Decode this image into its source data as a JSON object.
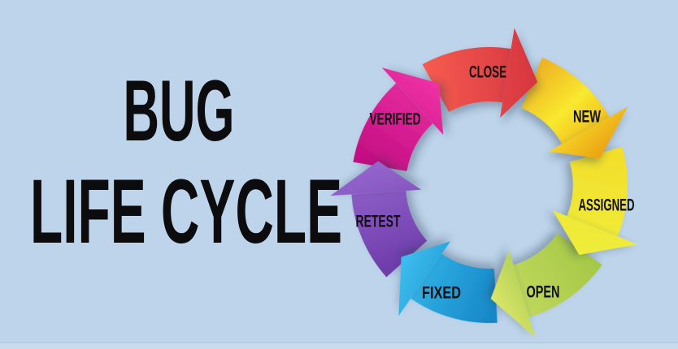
{
  "title": {
    "line1": "BUG",
    "line2": "LIFE CYCLE"
  },
  "background_color": "#bdd4ea",
  "diagram": {
    "name": "Bug Life Cycle",
    "type": "circular-arrow-cycle",
    "direction": "clockwise",
    "stages": [
      {
        "label": "CLOSE",
        "color": "#dd4048",
        "position": "top"
      },
      {
        "label": "NEW",
        "color": "#f2c228",
        "position": "top-right"
      },
      {
        "label": "ASSIGNED",
        "color": "#eee832",
        "position": "right"
      },
      {
        "label": "OPEN",
        "color": "#abc94e",
        "position": "bottom-right"
      },
      {
        "label": "FIXED",
        "color": "#24a0d8",
        "position": "bottom-left"
      },
      {
        "label": "RETEST",
        "color": "#8450bc",
        "position": "left"
      },
      {
        "label": "VERIFIED",
        "color": "#dd1793",
        "position": "top-left"
      }
    ]
  }
}
